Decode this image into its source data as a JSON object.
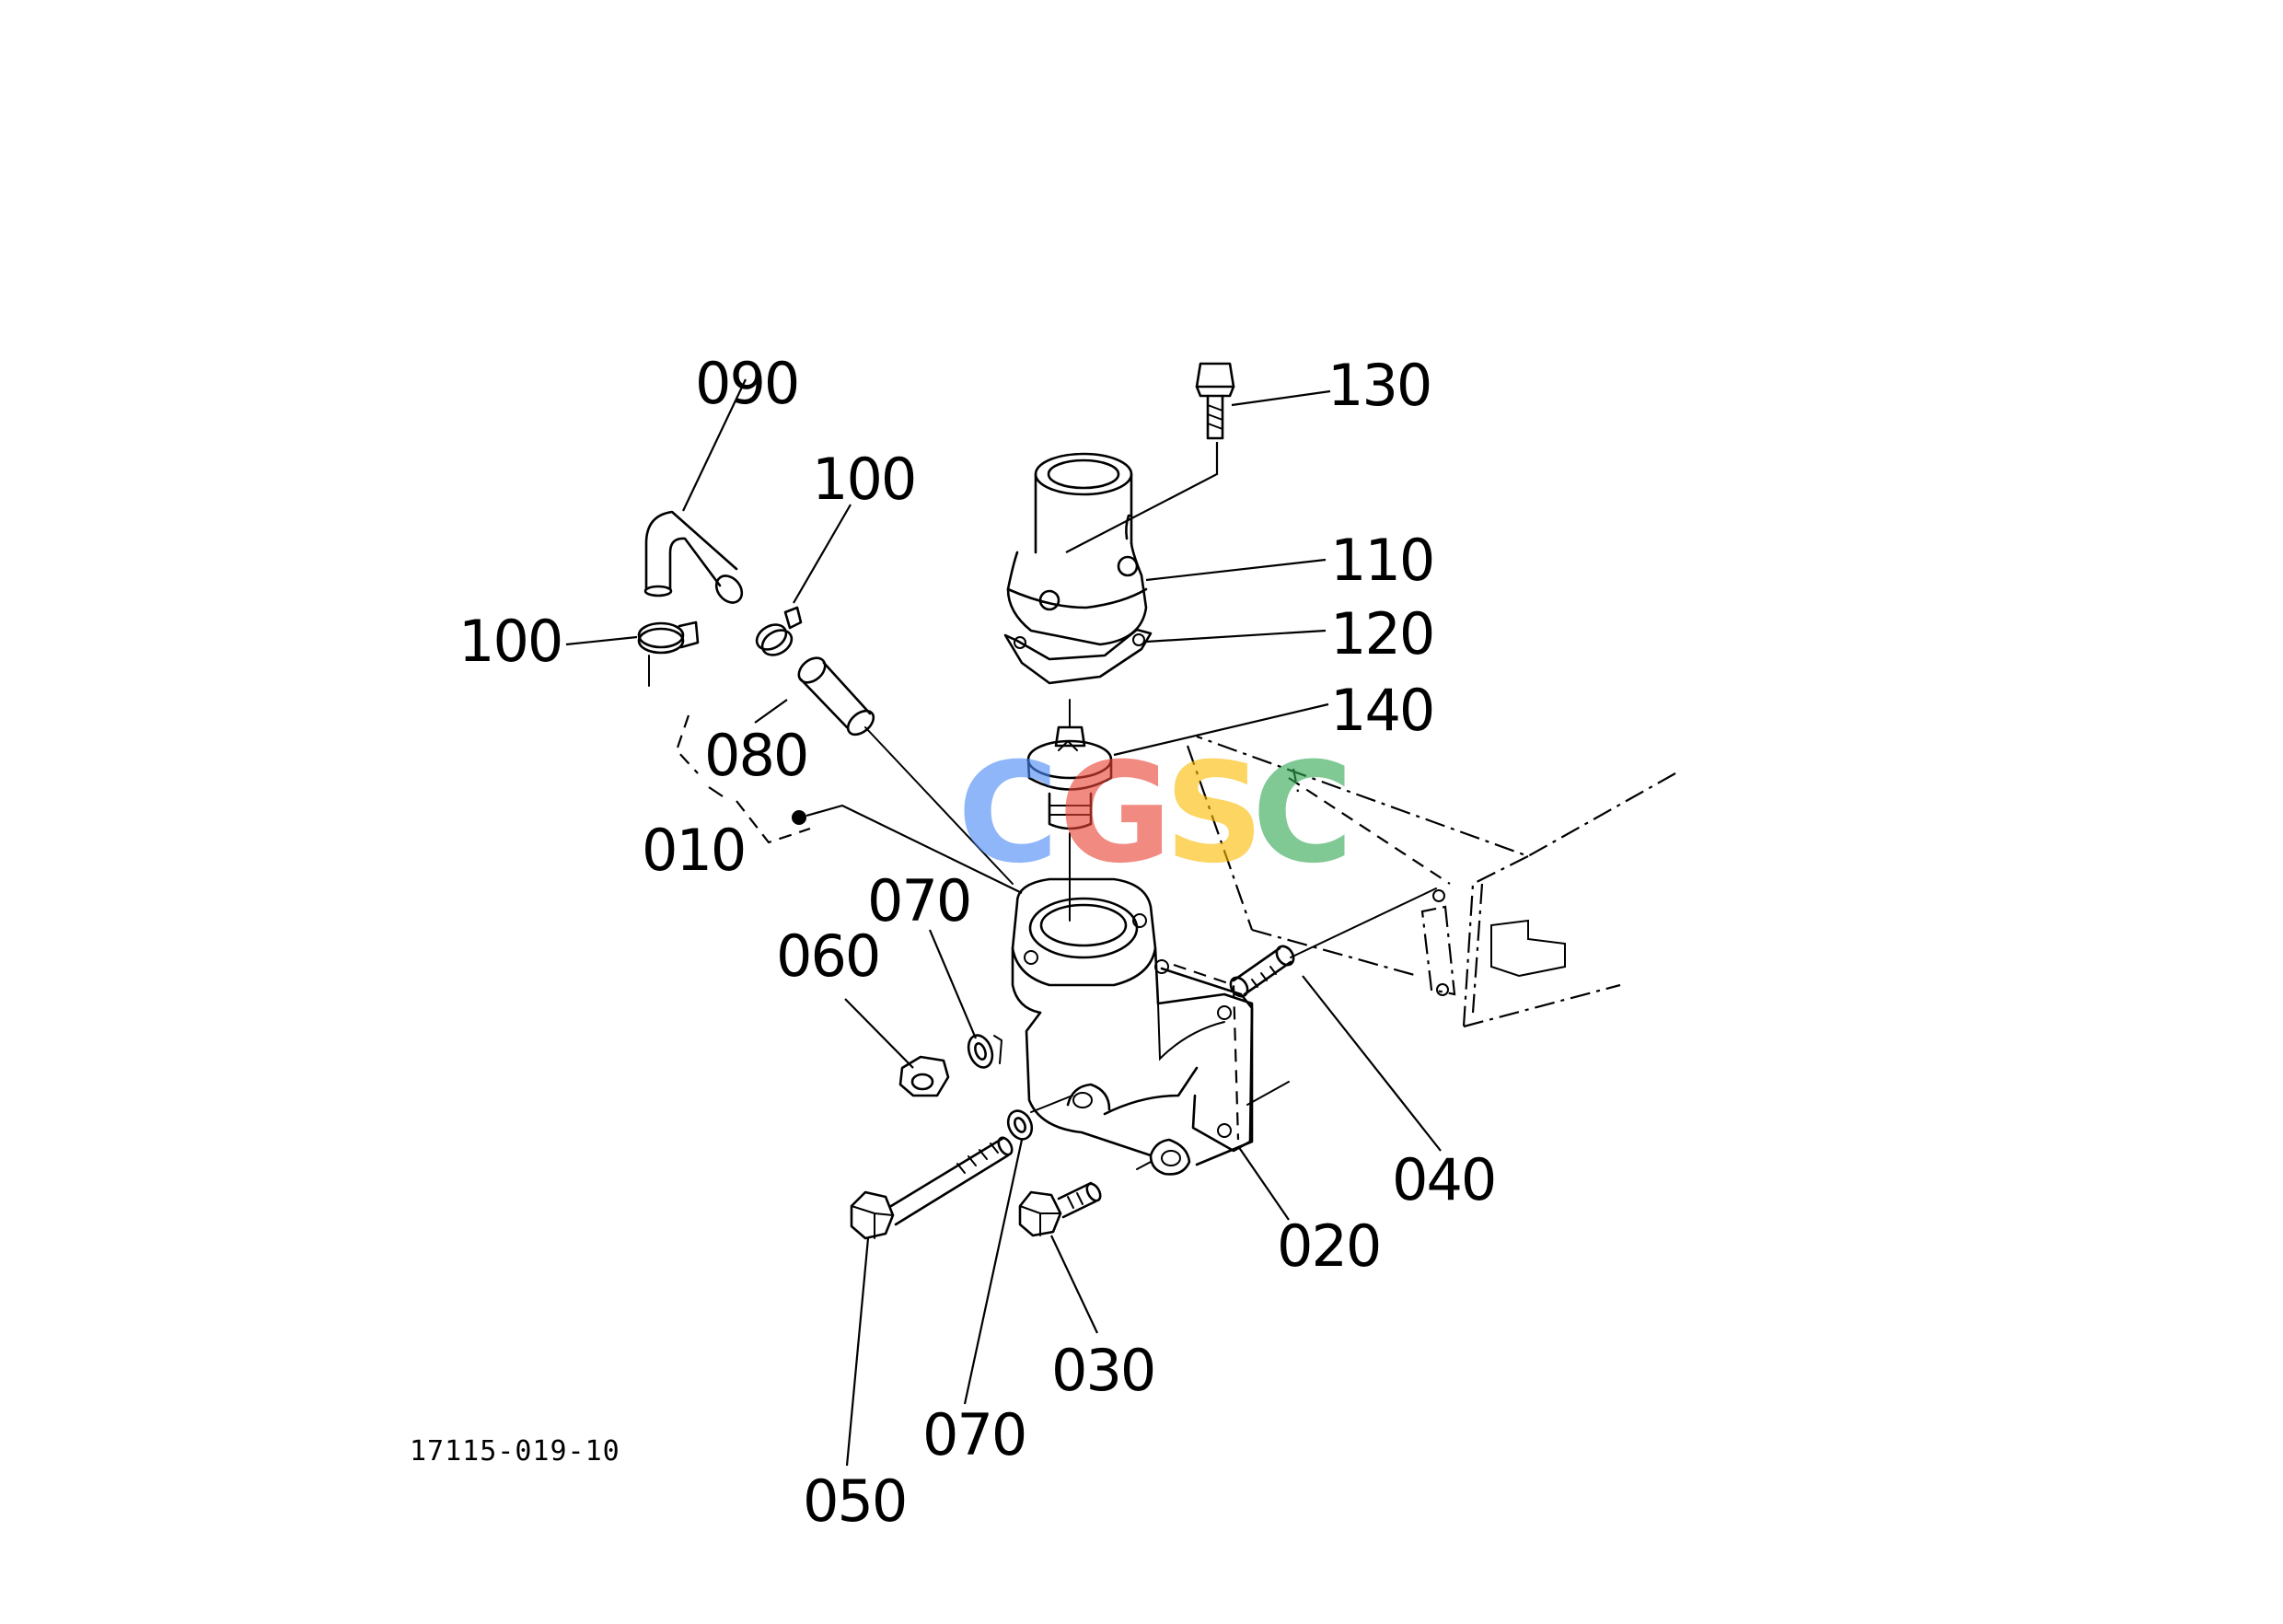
{
  "document_ref": "17115-019-10",
  "watermark": {
    "letters": [
      {
        "char": "C",
        "color": "#4a8af4"
      },
      {
        "char": "G",
        "color": "#ea4335"
      },
      {
        "char": "S",
        "color": "#fbbc05"
      },
      {
        "char": "C",
        "color": "#34a853"
      }
    ]
  },
  "callouts": {
    "p010": "010",
    "p020": "020",
    "p030": "030",
    "p040": "040",
    "p050": "050",
    "p060": "060",
    "p070_upper": "070",
    "p070_lower": "070",
    "p080": "080",
    "p090": "090",
    "p100_left": "100",
    "p100_right": "100",
    "p110": "110",
    "p120": "120",
    "p130": "130",
    "p140": "140"
  }
}
